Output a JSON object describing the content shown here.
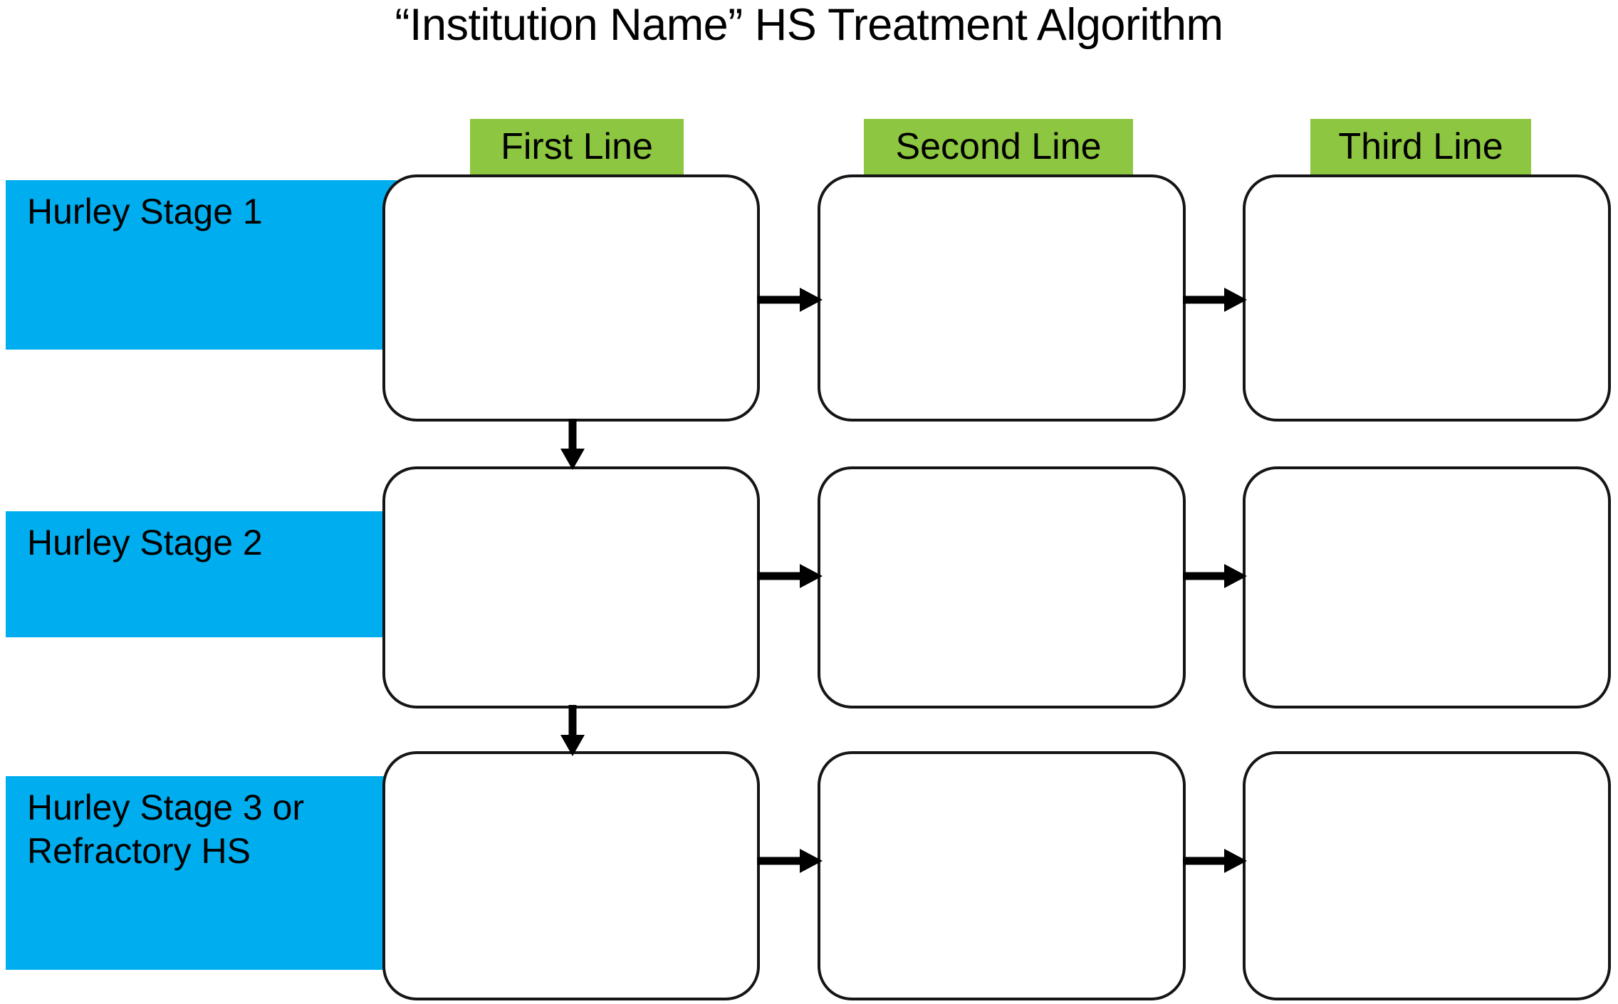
{
  "page": {
    "title": "“Institution Name” HS Treatment Algorithm",
    "background_color": "#FFFFFF"
  },
  "colors": {
    "header_green": "#8DC640",
    "stage_blue": "#00AEEF",
    "box_border": "#151515",
    "box_fill": "#FFFFFF",
    "text": "#000000",
    "arrow": "#000000"
  },
  "columns": [
    {
      "id": "first-line",
      "label": "First Line"
    },
    {
      "id": "second-line",
      "label": "Second Line"
    },
    {
      "id": "third-line",
      "label": "Third Line"
    }
  ],
  "rows": [
    {
      "id": "hurley-stage-1",
      "label_lines": [
        "Hurley Stage 1"
      ]
    },
    {
      "id": "hurley-stage-2",
      "label_lines": [
        "Hurley Stage 2"
      ]
    },
    {
      "id": "hurley-stage-3",
      "label_lines": [
        "Hurley Stage 3 or",
        "Refractory HS"
      ]
    }
  ],
  "boxes": [
    {
      "id": "box-r1c1",
      "row": "hurley-stage-1",
      "column": "first-line",
      "text": ""
    },
    {
      "id": "box-r1c2",
      "row": "hurley-stage-1",
      "column": "second-line",
      "text": ""
    },
    {
      "id": "box-r1c3",
      "row": "hurley-stage-1",
      "column": "third-line",
      "text": ""
    },
    {
      "id": "box-r2c1",
      "row": "hurley-stage-2",
      "column": "first-line",
      "text": ""
    },
    {
      "id": "box-r2c2",
      "row": "hurley-stage-2",
      "column": "second-line",
      "text": ""
    },
    {
      "id": "box-r2c3",
      "row": "hurley-stage-2",
      "column": "third-line",
      "text": ""
    },
    {
      "id": "box-r3c1",
      "row": "hurley-stage-3",
      "column": "first-line",
      "text": ""
    },
    {
      "id": "box-r3c2",
      "row": "hurley-stage-3",
      "column": "second-line",
      "text": ""
    },
    {
      "id": "box-r3c3",
      "row": "hurley-stage-3",
      "column": "third-line",
      "text": ""
    }
  ],
  "connectors": [
    {
      "id": "arrow-r1c1-to-r1c2",
      "direction": "right",
      "from": "box-r1c1",
      "to": "box-r1c2"
    },
    {
      "id": "arrow-r1c2-to-r1c3",
      "direction": "right",
      "from": "box-r1c2",
      "to": "box-r1c3"
    },
    {
      "id": "arrow-r2c1-to-r2c2",
      "direction": "right",
      "from": "box-r2c1",
      "to": "box-r2c2"
    },
    {
      "id": "arrow-r2c2-to-r2c3",
      "direction": "right",
      "from": "box-r2c2",
      "to": "box-r2c3"
    },
    {
      "id": "arrow-r3c1-to-r3c2",
      "direction": "right",
      "from": "box-r3c1",
      "to": "box-r3c2"
    },
    {
      "id": "arrow-r3c2-to-r3c3",
      "direction": "right",
      "from": "box-r3c2",
      "to": "box-r3c3"
    },
    {
      "id": "arrow-r1c1-to-r2c1",
      "direction": "down",
      "from": "box-r1c1",
      "to": "box-r2c1"
    },
    {
      "id": "arrow-r2c1-to-r3c1",
      "direction": "down",
      "from": "box-r2c1",
      "to": "box-r3c1"
    }
  ]
}
